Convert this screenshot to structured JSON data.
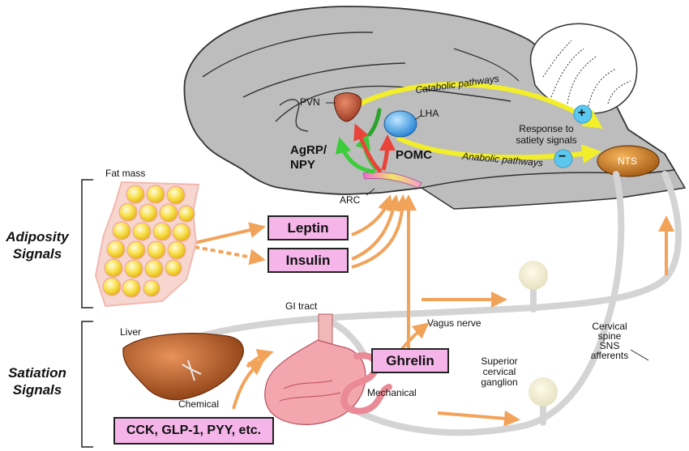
{
  "labels": {
    "catabolic": "Catabolic pathways",
    "anabolic": "Anabolic pathways",
    "pvn": "PVN",
    "lha": "LHA",
    "agrp": "AgRP/",
    "npy": "NPY",
    "pomc": "POMC",
    "arc": "ARC",
    "nts": "NTS",
    "response_line1": "Response to",
    "response_line2": "satiety signals",
    "plus": "+",
    "minus": "−",
    "fat_mass": "Fat mass",
    "gi_tract": "GI tract",
    "vagus": "Vagus nerve",
    "liver": "Liver",
    "chemical": "Chemical",
    "mechanical": "Mechanical",
    "scg_line1": "Superior",
    "scg_line2": "cervical",
    "scg_line3": "ganglion",
    "csa_line1": "Cervical",
    "csa_line2": "spine",
    "csa_line3": "SNS",
    "csa_line4": "afferents"
  },
  "groups": {
    "adiposity_line1": "Adiposity",
    "adiposity_line2": "Signals",
    "satiation_line1": "Satiation",
    "satiation_line2": "Signals"
  },
  "boxes": {
    "leptin": "Leptin",
    "insulin": "Insulin",
    "ghrelin": "Ghrelin",
    "cck": "CCK, GLP-1, PYY, etc."
  },
  "colors": {
    "brain_fill": "#bdbdbd",
    "pathway_yellow": "#f2ee2a",
    "signal_orange": "#f2a35a",
    "label_box_pink": "#f5b5e8",
    "nerve_gray": "#d4d4d4",
    "fat_cells": "#f8dc4a"
  }
}
